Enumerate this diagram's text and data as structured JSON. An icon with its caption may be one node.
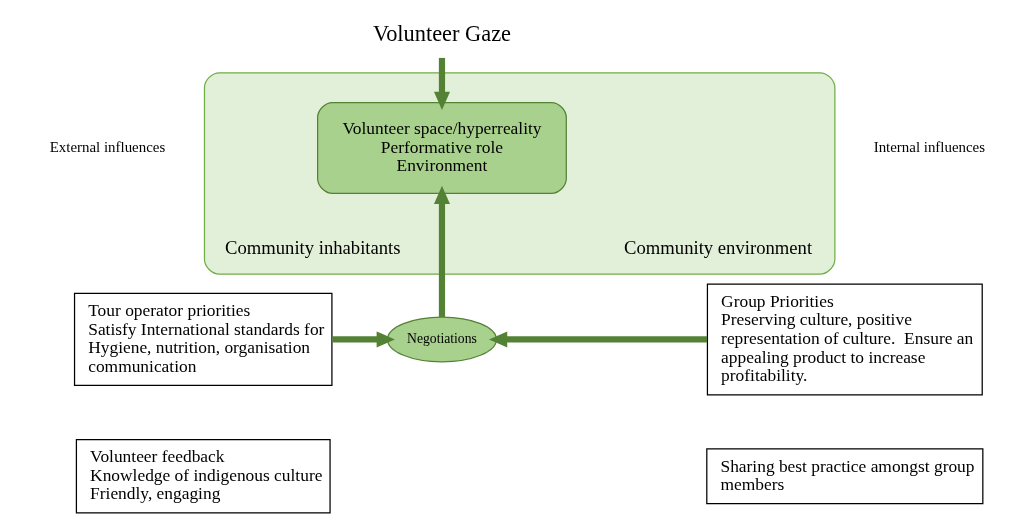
{
  "diagram": {
    "nodes": [
      {
        "text": [
          "Volunteer Gaze"
        ]
      },
      {
        "text": [
          "Community inhabitants",
          "Community environment"
        ]
      },
      {
        "text": [
          "Volunteer space/hyperreality",
          "Performative role",
          "Environment"
        ],
        "in": 1
      },
      {
        "text": [
          "Negotiations"
        ]
      },
      {
        "text": [
          "Tour operator priorities",
          "Satisfy International standards for Hygiene, nutrition, organisation communication"
        ]
      },
      {
        "text": [
          "Volunteer feedback",
          "Knowledge of indigenous culture",
          "Friendly, engaging"
        ]
      },
      {
        "text": [
          "Group Priorities",
          "Preserving culture, positive representation of culture.  Ensure an appealing product to increase profitability."
        ]
      },
      {
        "text": [
          "Sharing best practice amongst group members"
        ]
      }
    ],
    "edges": [
      {
        "from": 0,
        "to": 2,
        "arrow": "to"
      },
      {
        "from": 4,
        "to": 3,
        "arrow": "to"
      },
      {
        "from": 6,
        "to": 3,
        "arrow": "to"
      },
      {
        "from": 3,
        "to": 2,
        "arrow": "to"
      }
    ],
    "labels": [
      "External influences",
      "Internal influences"
    ]
  }
}
